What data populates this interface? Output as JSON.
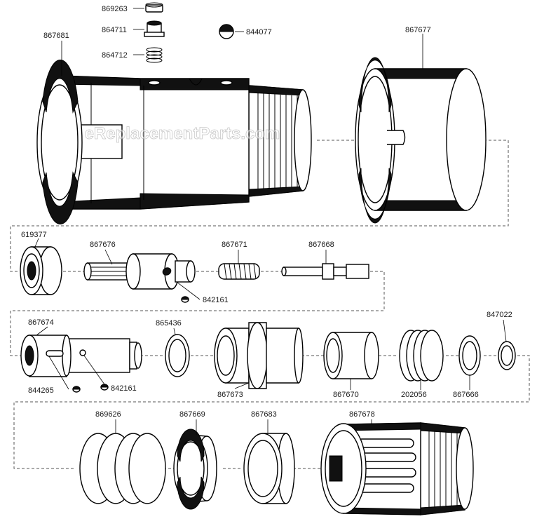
{
  "watermark": "eReplacementParts.com",
  "parts": {
    "p869263": "869263",
    "p864711": "864711",
    "p864712": "864712",
    "p844077": "844077",
    "p867681": "867681",
    "p867677": "867677",
    "p619377": "619377",
    "p867676": "867676",
    "p867671": "867671",
    "p867668": "867668",
    "p842161a": "842161",
    "p867674": "867674",
    "p865436": "865436",
    "p847022": "847022",
    "p844265": "844265",
    "p842161b": "842161",
    "p867673": "867673",
    "p867670": "867670",
    "p202056": "202056",
    "p867666": "867666",
    "p869626": "869626",
    "p867669": "867669",
    "p867683": "867683",
    "p867678": "867678"
  }
}
